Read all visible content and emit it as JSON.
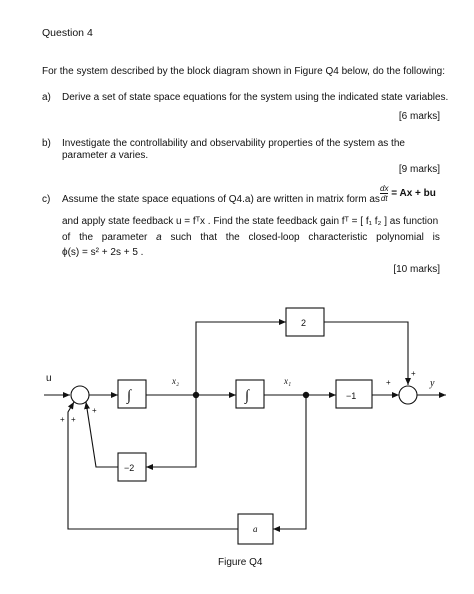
{
  "question_title": "Question 4",
  "intro": "For the system described by the block diagram shown in Figure Q4 below, do the following:",
  "part_a": {
    "label": "a)",
    "text": "Derive a set of state space equations for the system using the indicated state variables.",
    "marks": "[6 marks]"
  },
  "part_b": {
    "label": "b)",
    "line1": "Investigate the controllability and observability properties of the system as the",
    "line2_prefix": "parameter ",
    "line2_var": "a",
    "line2_suffix": " varies.",
    "marks": "[9 marks]"
  },
  "part_c": {
    "label": "c)",
    "line1": "Assume the state space equations of Q4.a) are written in matrix form as",
    "frac_num": "dx",
    "frac_den": "dt",
    "eq_rhs": "= Ax + bu",
    "line2_a": "and apply state feedback u = fᵀx . Find the state feedback gain fᵀ = [ f₁   f₂ ] as function",
    "line3_words": [
      "of",
      "the",
      "parameter",
      "a",
      "such",
      "that",
      "the",
      "closed-loop",
      "characteristic",
      "polynomial",
      "is"
    ],
    "line4": "ϕ(s) = s² + 2s + 5 .",
    "marks": "[10 marks]"
  },
  "diagram": {
    "input_label": "u",
    "output_label": "y",
    "block_int1": "∫",
    "block_int2": "∫",
    "block_gain_top": "2",
    "block_gain_neg1": "−1",
    "block_gain_neg2": "−2",
    "block_gain_a": "a",
    "state_x2": "x₂",
    "state_x1": "x₁",
    "sum1_signs": [
      "+",
      "+",
      "+"
    ],
    "sum2_signs": [
      "+",
      "+"
    ]
  },
  "caption": "Figure Q4"
}
